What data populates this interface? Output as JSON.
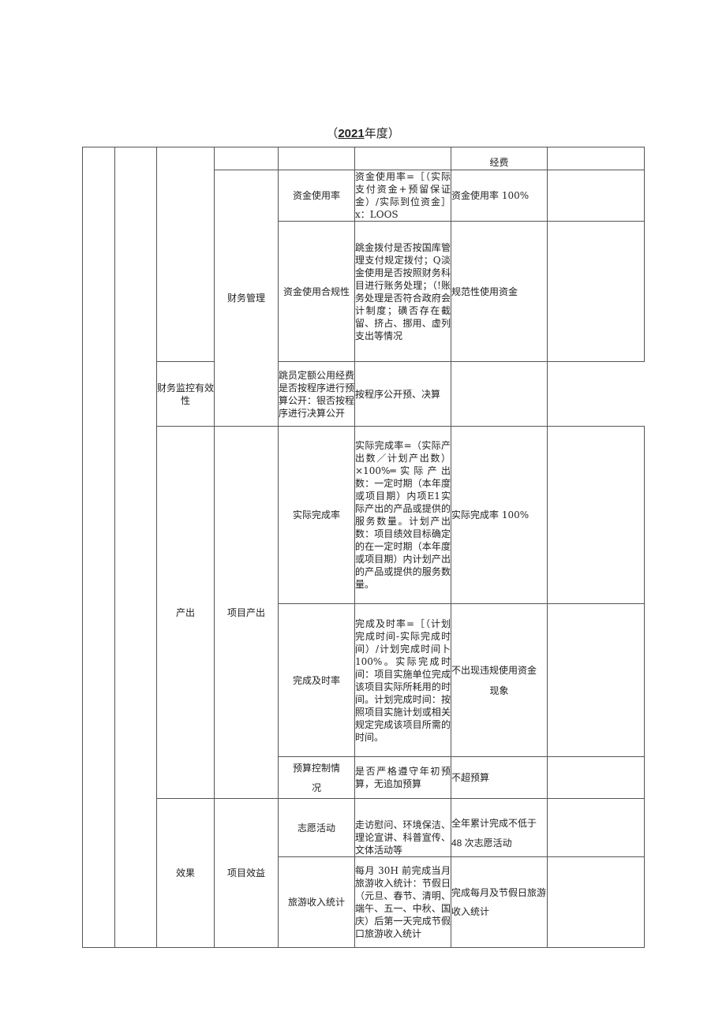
{
  "title": {
    "open": "（",
    "year": "2021",
    "suffix": "年度）"
  },
  "table": {
    "header_row": {
      "target_col_label": "经费"
    },
    "level1": {
      "output": "产出",
      "effect": "效果"
    },
    "level2": {
      "finance_mgmt": "财务管理",
      "project_output": "项目产出",
      "project_benefit": "项目效益"
    },
    "rows": [
      {
        "indicator": "资金使用率",
        "description": "资金使用率=［（实际支付资金+预留保证金）/实际到位资金］x：LOOS",
        "target": "资金使用率 100%"
      },
      {
        "indicator": "资金使用合规性",
        "description": "跳金拨付是否按国库管理支付规定拨付；Q淡金使用是否按照财务科目进行账务处理；（!账务处理是否符合政府会计制度；磺否存在截留、挤占、挪用、虚列支出等情况",
        "target": "规范性使用资金"
      },
      {
        "indicator": "财务监控有效性",
        "description": "跳员定额公用经费是否按程序进行预算公开：银否按程序进行决算公开",
        "target": "按程序公开预、决算"
      },
      {
        "indicator": "实际完成率",
        "description": "实际完成率=（实际产出数／计划产出数）×100%═实际产出数：一定时期（本年度或项目期）内项E1实际产出的产品或提供的服务数量。计划产出数：项目绩效目标确定的在一定时期（本年度或项目期）内计划产出的产品或提供的服务数量。",
        "target": "实际完成率 100%"
      },
      {
        "indicator": "完成及时率",
        "description": "完成及时率=［（计划完成时间-实际完成时间）/计划完成时间卜100%。实际完成时间：项目实施单位完成该项目实际所耗用的时间。计划完成时间：按照项目实施计划或相关规定完成该项目所需的时间。",
        "target_line1": "不出现违规使用资金",
        "target_line2": "现象"
      },
      {
        "indicator_line1": "预算控制情",
        "indicator_line2": "况",
        "description": "是否严格遵守年初预算，无追加预算",
        "target": "不超预算"
      },
      {
        "indicator": "志愿活动",
        "description": "走访慰问、环境保洁、理论宣讲、科普宣传、文体活动等",
        "target_line1": "全年累计完成不低于",
        "target_line2": "48 次志愿活动"
      },
      {
        "indicator": "旅游收入统计",
        "description": "每月 30H 前完成当月旅游收入统计：节假日（元旦、春节、清明、端午、五一、中秋、国庆）后第一天完成节假口旅游收入统计",
        "target": "完成每月及节假日旅游收入统计"
      }
    ]
  }
}
